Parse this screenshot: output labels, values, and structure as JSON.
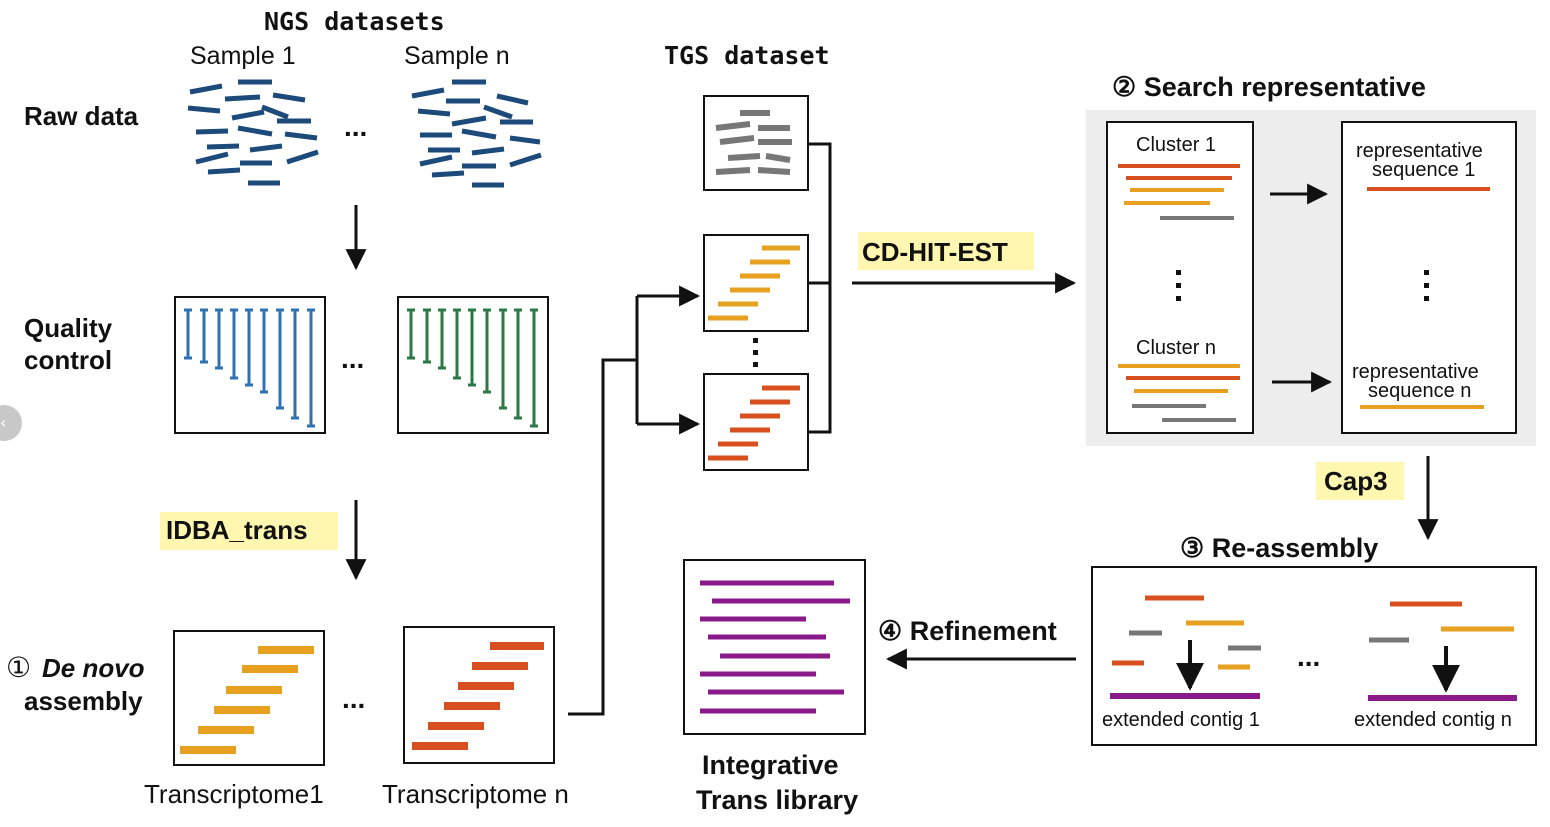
{
  "ngs": {
    "title": "NGS datasets",
    "sample_1": "Sample 1",
    "sample_n": "Sample n"
  },
  "tgs": {
    "title": "TGS dataset"
  },
  "steps": {
    "raw_data": "Raw data",
    "quality_line1": "Quality",
    "quality_line2": "control",
    "denovo_num": "①",
    "denovo_italic": "De novo",
    "denovo_line2": "assembly",
    "search": "② Search representative",
    "reassembly": "③ Re-assembly",
    "refinement": "④ Refinement"
  },
  "tools": {
    "idba": "IDBA_trans",
    "cdhit": "CD-HIT-EST",
    "cap3": "Cap3"
  },
  "labels": {
    "ellipsis": "...",
    "transcriptome_1": "Transcriptome1",
    "transcriptome_n": "Transcriptome n",
    "cluster_1": "Cluster 1",
    "cluster_n": "Cluster n",
    "rep_seq_1_line1": "representative",
    "rep_seq_1_line2": "sequence 1",
    "rep_seq_n_line1": "representative",
    "rep_seq_n_line2": "sequence n",
    "extended_1": "extended contig 1",
    "extended_n": "extended contig n",
    "library_line1": "Integrative",
    "library_line2": "Trans library"
  },
  "colors": {
    "raw_reads": "#1c4a7a",
    "qc_blue": "#2f72b0",
    "qc_green": "#2a7a45",
    "orange": "#e8a020",
    "red_orange": "#d85020",
    "gray": "#777777",
    "purple": "#8a1a8a",
    "highlight": "#fff7b0",
    "panel": "#ededed"
  },
  "nav": {
    "icon": "chevron-left-icon"
  }
}
